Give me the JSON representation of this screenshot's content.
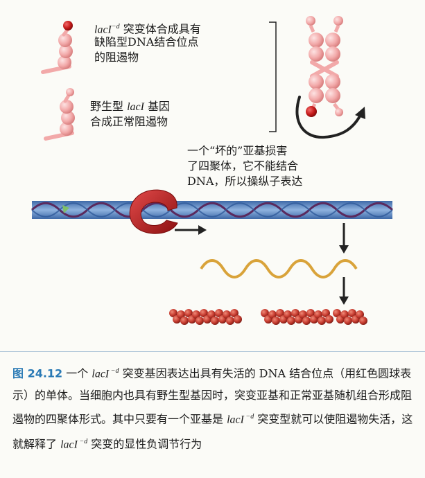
{
  "label_mutant": {
    "gene": "lacI",
    "sup": "−d",
    "line1_rest": " 突变体合成具有",
    "line2": "缺陷型DNA结合位点",
    "line3": "的阻遏物"
  },
  "label_wildtype": {
    "line1_a": "野生型 ",
    "gene": "lacI",
    "line1_b": " 基因",
    "line2": "合成正常阻遏物"
  },
  "label_bad_subunit": {
    "line1": "一个“坏的”亚基损害",
    "line2": "了四聚体，它不能结合",
    "line3": "DNA，所以操纵子表达"
  },
  "caption": {
    "figure_number": "图 24.12",
    "t1": "  一个 ",
    "gene": "lacI",
    "sup": " −d",
    "t2": " 突变基因表达出具有失活的 DNA 结合位点（用红色圆球表示）的单体。当细胞内也具有野生型基因时，突变亚基和正常亚基随机组合形成阻遏物的四聚体形式。其中只要有一个亚基是 ",
    "gene2": "lacI",
    "sup2": " −d",
    "t3": " 突变型就可以使阻遏物失活，这就解释了 ",
    "gene3": "lacI",
    "sup3": " −d",
    "t4": " 突变的显性负调节行为"
  },
  "colors": {
    "subunit_pink": "#f2a9a9",
    "defective_site_red": "#c41a1a",
    "dna_blue": "#4b78b8",
    "mrna_gold": "#d9a33a",
    "protein_red": "#c53a2e",
    "figure_label_blue": "#2a7ab5"
  }
}
